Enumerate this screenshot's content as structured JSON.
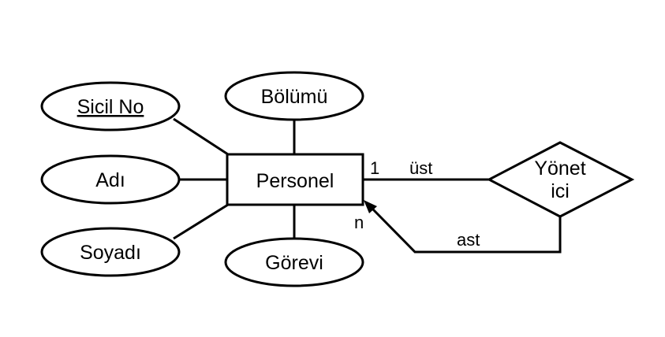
{
  "entity": {
    "name": "Personel"
  },
  "attributes": [
    {
      "id": "sicil-no",
      "label": "Sicil No",
      "is_key": true
    },
    {
      "id": "adi",
      "label": "Adı",
      "is_key": false
    },
    {
      "id": "soyadi",
      "label": "Soyadı",
      "is_key": false
    },
    {
      "id": "bolumu",
      "label": "Bölümü",
      "is_key": false
    },
    {
      "id": "gorevi",
      "label": "Görevi",
      "is_key": false
    }
  ],
  "relationship": {
    "name_line1": "Yönet",
    "name_line2": "ici",
    "upper_role": "üst",
    "lower_role": "ast",
    "upper_cardinality": "1",
    "lower_cardinality": "n"
  }
}
